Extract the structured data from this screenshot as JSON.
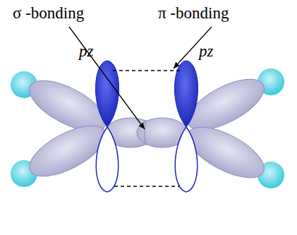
{
  "diagram": {
    "labels": [
      "σ -bonding",
      "π -bonding",
      "pz",
      "pz"
    ]
  }
}
